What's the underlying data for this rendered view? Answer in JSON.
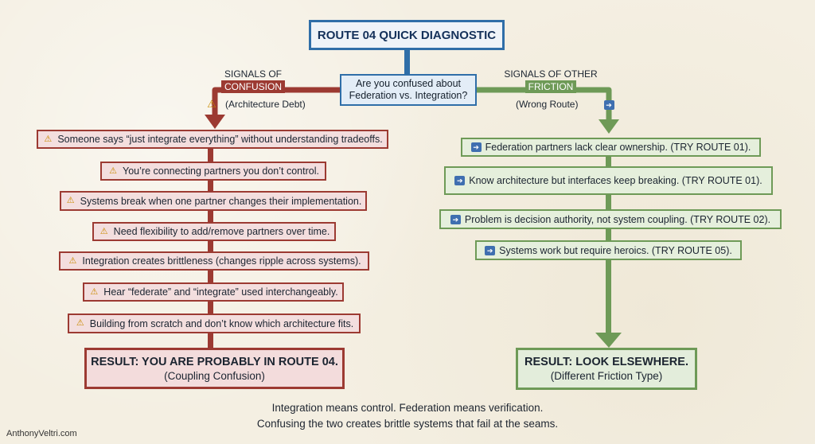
{
  "title": "ROUTE 04 QUICK DIAGNOSTIC",
  "question": {
    "line1": "Are you confused about",
    "line2": "Federation vs. Integration?"
  },
  "left_branch": {
    "label_line1": "SIGNALS OF",
    "label_line2": "CONFUSION",
    "label_line3": "(Architecture Debt)",
    "accent_color": "#9c3a32",
    "icon": "warning-icon",
    "signals": [
      "Someone says “just integrate everything” without understanding tradeoffs.",
      "You’re connecting partners you don’t control.",
      "Systems break when one partner changes their implementation.",
      "Need flexibility to add/remove partners over time.",
      "Integration creates brittleness (changes ripple across systems).",
      "Hear “federate” and “integrate” used interchangeably.",
      "Building from scratch and don’t know which architecture fits."
    ],
    "result_line1": "RESULT: YOU ARE PROBABLY IN ROUTE 04.",
    "result_line2": "(Coupling Confusion)"
  },
  "right_branch": {
    "label_line1": "SIGNALS OF OTHER",
    "label_line2": "FRICTION",
    "label_line3": "(Wrong Route)",
    "accent_color": "#6e9a57",
    "icon": "arrow-right-icon",
    "signals": [
      "Federation partners lack clear ownership. (TRY ROUTE 01).",
      "Know architecture but interfaces keep breaking. (TRY ROUTE 01).",
      "Problem is decision authority, not system coupling. (TRY ROUTE 02).",
      "Systems work but require heroics. (TRY ROUTE 05)."
    ],
    "result_line1": "RESULT: LOOK ELSEWHERE.",
    "result_line2": "(Different Friction Type)"
  },
  "footer": {
    "line1": "Integration means control. Federation means verification.",
    "line2": "Confusing the two creates brittle systems that fail at the seams."
  },
  "credit": "AnthonyVeltri.com",
  "colors": {
    "blue": "#2f6ea8",
    "red": "#9c3a32",
    "green": "#6e9a57"
  }
}
